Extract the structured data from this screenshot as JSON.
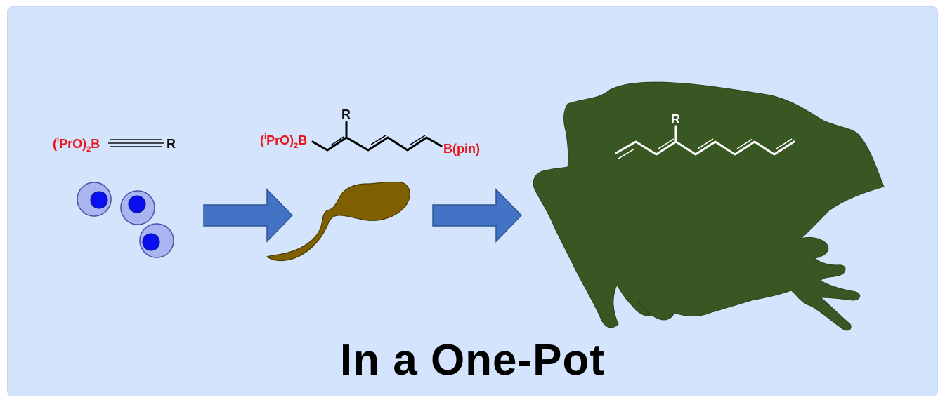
{
  "caption": "In a One-Pot",
  "colors": {
    "background": "#d3e4fc",
    "arrow": "#4472c4",
    "egg_core": "#0a0ff0",
    "egg_shell": "#a9b5f1",
    "tadpole": "#7f6000",
    "frog": "#385723",
    "label_red": "#e8151b"
  },
  "stage1": {
    "label_prefix": "(",
    "label_superscript": "i",
    "label_mid": "PrO)",
    "label_subscript": "2",
    "label_boron": "B",
    "substituent": "R",
    "icon": "frog-eggs-icon"
  },
  "stage2": {
    "label_prefix": "(",
    "label_superscript": "i",
    "label_mid": "PrO)",
    "label_subscript": "2",
    "label_boron": "B",
    "substituent": "R",
    "end_group": "B(pin)",
    "icon": "tadpole-icon"
  },
  "stage3": {
    "substituent": "R",
    "icon": "frog-icon"
  }
}
